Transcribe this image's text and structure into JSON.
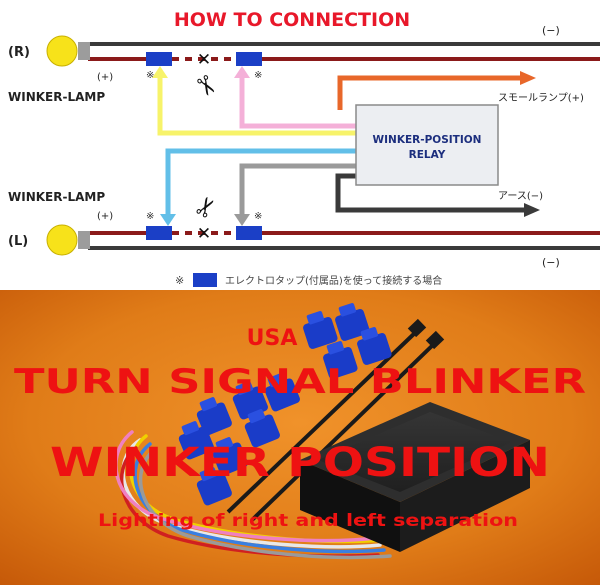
{
  "diagram": {
    "title": "HOW TO CONNECTION",
    "right_lamp": {
      "side_label": "(R)",
      "plus_label": "(+)",
      "name": "WINKER-LAMP",
      "ground_label": "(−)"
    },
    "left_lamp": {
      "side_label": "(L)",
      "plus_label": "(+)",
      "name": "WINKER-LAMP",
      "ground_label": "(−)"
    },
    "relay": {
      "line1": "WINKER-POSITION",
      "line2": "RELAY"
    },
    "small_lamp_label": "スモールランプ(+)",
    "earth_label": "アース(−)",
    "tap_marker": "※",
    "cut_marker": "✕",
    "scissors_icon": "✂",
    "footnote": {
      "marker": "※",
      "text": "エレクトロタップ(付属品)を使って接続する場合"
    },
    "colors": {
      "title": "#e8182a",
      "wire_dark": "#3a3a3a",
      "wire_red": "#8b1a1a",
      "wire_yellow": "#f7f36a",
      "wire_pink": "#f4b0d8",
      "wire_blue": "#62bfe8",
      "wire_gray": "#9a9a9a",
      "wire_orange": "#e8672a",
      "tap_blue": "#1b3fc6",
      "lamp_yellow": "#f7e21a",
      "relay_fill": "#eceef2",
      "relay_text": "#1c2e7e"
    }
  },
  "photo": {
    "line1": "USA",
    "line2": "TURN  SIGNAL  BLINKER",
    "line3": "WINKER  POSITION",
    "line4": "Lighting of right and left separation",
    "colors": {
      "text": "#ee1212",
      "bg_center": "#eb8a1c",
      "bg_edge": "#c85a0a"
    }
  }
}
